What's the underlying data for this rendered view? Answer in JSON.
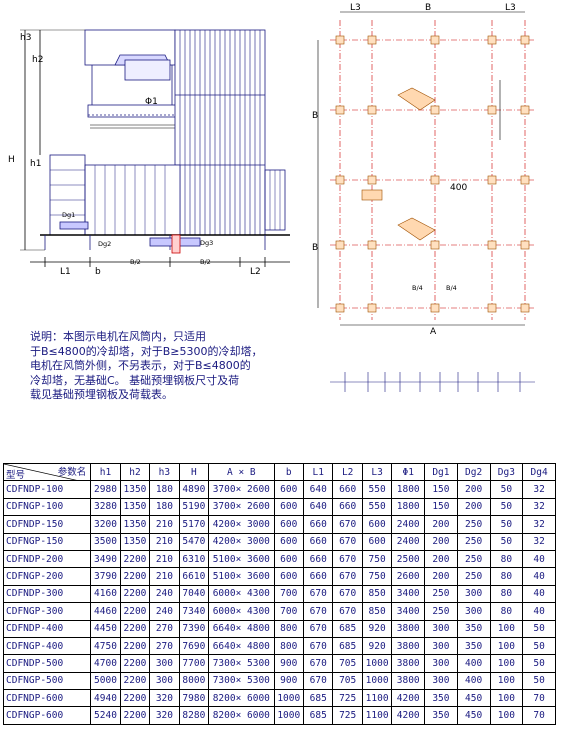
{
  "elevation": {
    "dims": {
      "h3": "h3",
      "h2": "h2",
      "h1": "h1",
      "H": "H",
      "phi1": "Φ1",
      "L1": "L1",
      "b": "b",
      "B2a": "B/2",
      "B2b": "B/2",
      "L2": "L2",
      "Dg1": "Dg1",
      "Dg2": "Dg2",
      "Dg3": "Dg3"
    }
  },
  "plan": {
    "top_dims": {
      "L3a": "L3",
      "B": "B",
      "L3b": "L3"
    },
    "side_dims": {
      "Bupper": "B",
      "Blower": "B"
    },
    "bottom_dim": "A",
    "dim_400": "400",
    "sides": {
      "B4a": "B/4",
      "B4b": "B/4"
    }
  },
  "note": {
    "lines": [
      "说明：本图示电机在风筒内，只适用",
      "于B≤4800的冷却塔，对于B≥5300的冷却塔，",
      "电机在风筒外侧，不另表示，对于B≤4800的",
      "冷却塔，无基础C。 基础预埋钢板尺寸及荷",
      "载见基础预埋钢板及荷载表。"
    ]
  },
  "table": {
    "corner_top": "参数名",
    "corner_bottom": "型号",
    "headers": [
      "h1",
      "h2",
      "h3",
      "H",
      "A × B",
      "b",
      "L1",
      "L2",
      "L3",
      "Φ1",
      "Dg1",
      "Dg2",
      "Dg3",
      "Dg4"
    ],
    "rows": [
      [
        "CDFNDP-100",
        "2980",
        "1350",
        "180",
        "4890",
        "3700× 2600",
        "600",
        "640",
        "660",
        "550",
        "1800",
        "150",
        "200",
        "50",
        "32"
      ],
      [
        "CDFNGP-100",
        "3280",
        "1350",
        "180",
        "5190",
        "3700× 2600",
        "600",
        "640",
        "660",
        "550",
        "1800",
        "150",
        "200",
        "50",
        "32"
      ],
      [
        "CDFNDP-150",
        "3200",
        "1350",
        "210",
        "5170",
        "4200× 3000",
        "600",
        "660",
        "670",
        "600",
        "2400",
        "200",
        "250",
        "50",
        "32"
      ],
      [
        "CDFNGP-150",
        "3500",
        "1350",
        "210",
        "5470",
        "4200× 3000",
        "600",
        "660",
        "670",
        "600",
        "2400",
        "200",
        "250",
        "50",
        "32"
      ],
      [
        "CDFNDP-200",
        "3490",
        "2200",
        "210",
        "6310",
        "5100× 3600",
        "600",
        "660",
        "670",
        "750",
        "2500",
        "200",
        "250",
        "80",
        "40"
      ],
      [
        "CDFNGP-200",
        "3790",
        "2200",
        "210",
        "6610",
        "5100× 3600",
        "600",
        "660",
        "670",
        "750",
        "2600",
        "200",
        "250",
        "80",
        "40"
      ],
      [
        "CDFNDP-300",
        "4160",
        "2200",
        "240",
        "7040",
        "6000× 4300",
        "700",
        "670",
        "670",
        "850",
        "3400",
        "250",
        "300",
        "80",
        "40"
      ],
      [
        "CDFNGP-300",
        "4460",
        "2200",
        "240",
        "7340",
        "6000× 4300",
        "700",
        "670",
        "670",
        "850",
        "3400",
        "250",
        "300",
        "80",
        "40"
      ],
      [
        "CDFNDP-400",
        "4450",
        "2200",
        "270",
        "7390",
        "6640× 4800",
        "800",
        "670",
        "685",
        "920",
        "3800",
        "300",
        "350",
        "100",
        "50"
      ],
      [
        "CDFNGP-400",
        "4750",
        "2200",
        "270",
        "7690",
        "6640× 4800",
        "800",
        "670",
        "685",
        "920",
        "3800",
        "300",
        "350",
        "100",
        "50"
      ],
      [
        "CDFNDP-500",
        "4700",
        "2200",
        "300",
        "7700",
        "7300× 5300",
        "900",
        "670",
        "705",
        "1000",
        "3800",
        "300",
        "400",
        "100",
        "50"
      ],
      [
        "CDFNGP-500",
        "5000",
        "2200",
        "300",
        "8000",
        "7300× 5300",
        "900",
        "670",
        "705",
        "1000",
        "3800",
        "300",
        "400",
        "100",
        "50"
      ],
      [
        "CDFNDP-600",
        "4940",
        "2200",
        "320",
        "7980",
        "8200× 6000",
        "1000",
        "685",
        "725",
        "1100",
        "4200",
        "350",
        "450",
        "100",
        "70"
      ],
      [
        "CDFNGP-600",
        "5240",
        "2200",
        "320",
        "8280",
        "8200× 6000",
        "1000",
        "685",
        "725",
        "1100",
        "4200",
        "350",
        "450",
        "100",
        "70"
      ]
    ]
  }
}
